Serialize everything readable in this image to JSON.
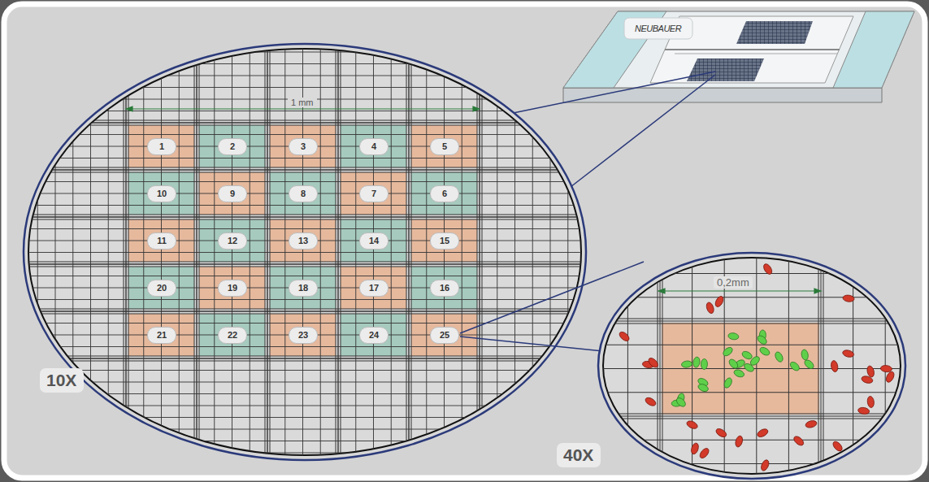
{
  "diagram": {
    "nodes": [
      {
        "text": [
          "1"
        ]
      },
      {
        "text": [
          "2"
        ]
      },
      {
        "text": [
          "3"
        ]
      },
      {
        "text": [
          "4"
        ]
      },
      {
        "text": [
          "5"
        ]
      },
      {
        "text": [
          "10"
        ]
      },
      {
        "text": [
          "9"
        ]
      },
      {
        "text": [
          "8"
        ]
      },
      {
        "text": [
          "7"
        ]
      },
      {
        "text": [
          "6"
        ]
      },
      {
        "text": [
          "11"
        ]
      },
      {
        "text": [
          "12"
        ]
      },
      {
        "text": [
          "13"
        ]
      },
      {
        "text": [
          "14"
        ]
      },
      {
        "text": [
          "15"
        ]
      },
      {
        "text": [
          "20"
        ]
      },
      {
        "text": [
          "19"
        ]
      },
      {
        "text": [
          "18"
        ]
      },
      {
        "text": [
          "17"
        ]
      },
      {
        "text": [
          "16"
        ]
      },
      {
        "text": [
          "21"
        ]
      },
      {
        "text": [
          "22"
        ]
      },
      {
        "text": [
          "23"
        ]
      },
      {
        "text": [
          "24"
        ]
      },
      {
        "text": [
          "25"
        ]
      },
      {
        "text": [
          "10X"
        ]
      },
      {
        "text": [
          "40X"
        ]
      }
    ],
    "labels": [
      "NEUBAUER",
      "1 mm",
      "0,2mm"
    ]
  }
}
